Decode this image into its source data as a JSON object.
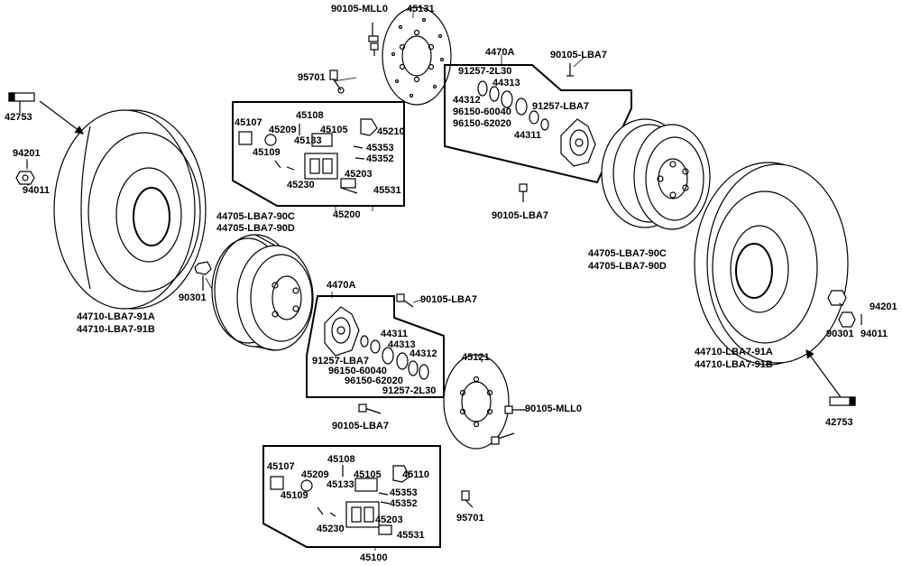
{
  "diagram": {
    "colors": {
      "line": "#000000",
      "background": "#ffffff"
    },
    "labels": {
      "disc_top_bolt": "90105-MLL0",
      "disc_top": "45131",
      "pin_top": "95701",
      "hub_group_top": "4470A",
      "hub_top_bolt": "90105-LBA7",
      "seal_top_a": "91257-2L30",
      "bearing_top_a": "44313",
      "spacer_top": "44312",
      "bearing_top_b": "96150-60040",
      "bearing_top_c": "96150-62020",
      "seal_top_b": "91257-LBA7",
      "collar_top": "44311",
      "hub_mid_bolt_top": "90105-LBA7",
      "valve_left": "42753",
      "nut_left_a": "94201",
      "nut_left_b": "94011",
      "tire_left_a": "44710-LBA7-91A",
      "tire_left_b": "44710-LBA7-91B",
      "rim_left_a": "44705-LBA7-90C",
      "rim_left_b": "44705-LBA7-90D",
      "nut_left_c": "90301",
      "cal_top_45107": "45107",
      "cal_top_45108": "45108",
      "cal_top_45209": "45209",
      "cal_top_45105": "45105",
      "cal_top_45210": "45210",
      "cal_top_45109": "45109",
      "cal_top_45133": "45133",
      "cal_top_45353": "45353",
      "cal_top_45352": "45352",
      "cal_top_45203": "45203",
      "cal_top_45230": "45230",
      "cal_top_45531": "45531",
      "cal_top_assembly": "45200",
      "rim_right_a": "44705-LBA7-90C",
      "rim_right_b": "44705-LBA7-90D",
      "hub_group_bottom": "4470A",
      "hub_bottom_bolt": "90105-LBA7",
      "collar_bottom": "44311",
      "bearing_bottom_a": "44313",
      "spacer_bottom": "44312",
      "seal_bottom_b": "91257-LBA7",
      "bearing_bottom_b": "96150-60040",
      "bearing_bottom_c": "96150-62020",
      "seal_bottom_a": "91257-2L30",
      "disc_bottom": "45121",
      "disc_bottom_bolt": "90105-MLL0",
      "hub_mid_bolt_bottom": "90105-LBA7",
      "nut_right_a": "94201",
      "nut_right_c": "90301",
      "nut_right_b": "94011",
      "tire_right_a": "44710-LBA7-91A",
      "tire_right_b": "44710-LBA7-91B",
      "valve_right": "42753",
      "cal_bot_45107": "45107",
      "cal_bot_45108": "45108",
      "cal_bot_45209": "45209",
      "cal_bot_45105": "45105",
      "cal_bot_45110": "45110",
      "cal_bot_45109": "45109",
      "cal_bot_45133": "45133",
      "cal_bot_45353": "45353",
      "cal_bot_45352": "45352",
      "cal_bot_45203": "45203",
      "cal_bot_45230": "45230",
      "cal_bot_45531": "45531",
      "cal_bot_assembly": "45100",
      "pin_bottom": "95701"
    }
  }
}
